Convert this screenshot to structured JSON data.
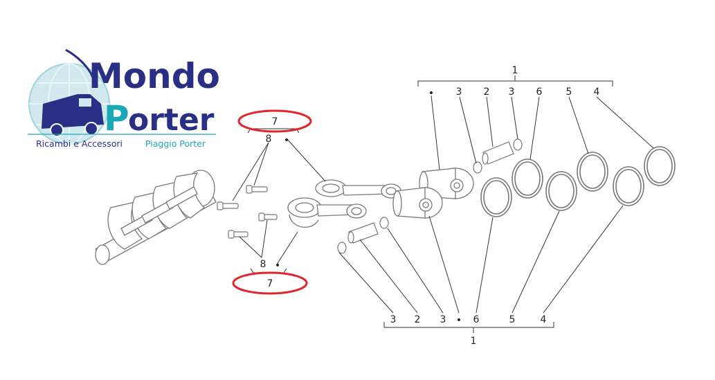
{
  "logo": {
    "word1": "Mondo",
    "word2_initial": "P",
    "word2_rest": "orter",
    "subtitle_left": "Ricambi e Accessori",
    "subtitle_right": "Piaggio Porter",
    "colors": {
      "navy": "#2a2f86",
      "teal": "#1aa9b4"
    }
  },
  "callouts": {
    "top_group": {
      "label": "1",
      "items": [
        "•",
        "3",
        "2",
        "3",
        "6",
        "5",
        "4"
      ]
    },
    "bottom_group": {
      "label": "1",
      "items": [
        "3",
        "2",
        "3",
        "•",
        "6",
        "5",
        "4"
      ]
    },
    "rod_top": {
      "ref": "7",
      "bolt": "8",
      "dot": "•"
    },
    "rod_bottom": {
      "ref": "7",
      "bolt": "8",
      "dot": "•"
    }
  },
  "highlight_color": "#e0262b"
}
